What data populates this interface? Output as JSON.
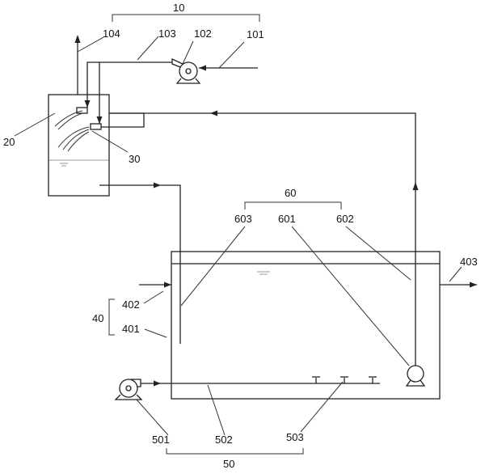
{
  "diagram": {
    "labels": {
      "l10": "10",
      "l101": "101",
      "l102": "102",
      "l103": "103",
      "l104": "104",
      "l20": "20",
      "l30": "30",
      "l40": "40",
      "l401": "401",
      "l402": "402",
      "l403": "403",
      "l50": "50",
      "l501": "501",
      "l502": "502",
      "l503": "503",
      "l60": "60",
      "l601": "601",
      "l602": "602",
      "l603": "603"
    }
  }
}
